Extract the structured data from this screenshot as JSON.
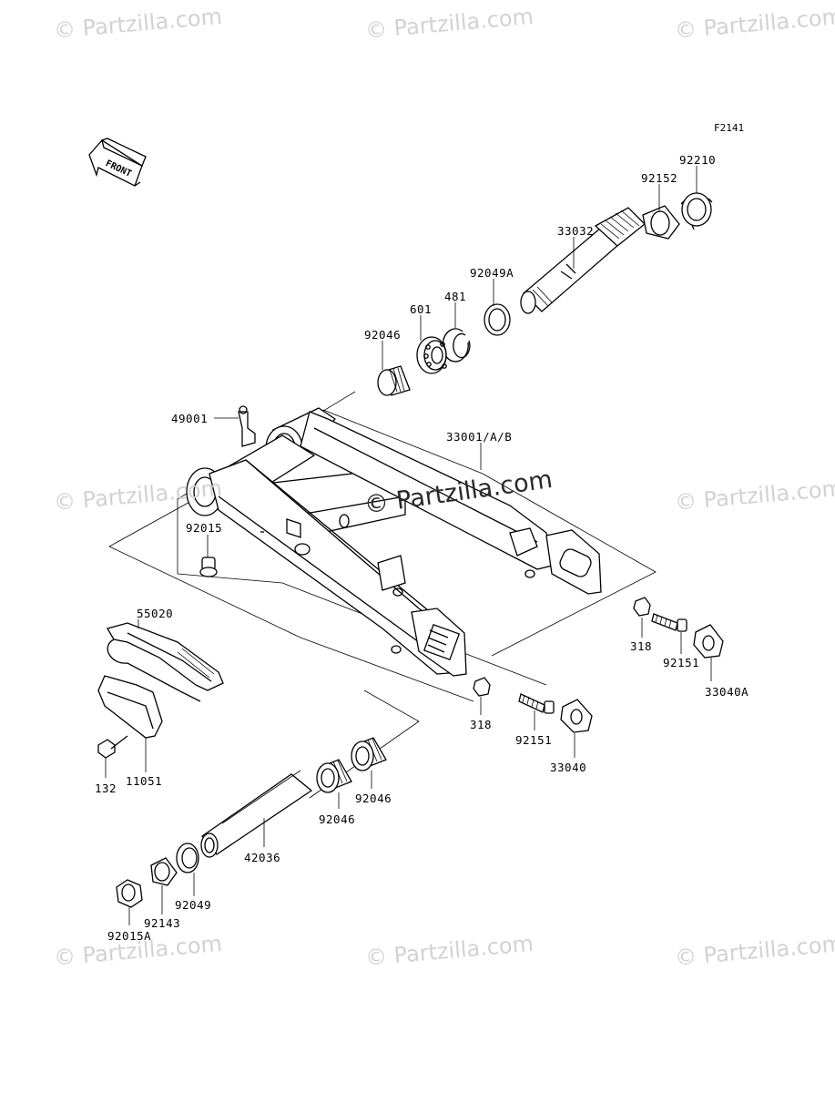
{
  "figure_code": "F2141",
  "watermark": "© Partzilla.com",
  "front_arrow_text": "FRONT",
  "parts": [
    {
      "id": "p33032",
      "number": "33032"
    },
    {
      "id": "p92152",
      "number": "92152"
    },
    {
      "id": "p92210",
      "number": "92210"
    },
    {
      "id": "p92049A",
      "number": "92049A"
    },
    {
      "id": "p481",
      "number": "481"
    },
    {
      "id": "p601",
      "number": "601"
    },
    {
      "id": "p92046_top",
      "number": "92046"
    },
    {
      "id": "p49001",
      "number": "49001"
    },
    {
      "id": "p33001",
      "number": "33001/A/B"
    },
    {
      "id": "p92015",
      "number": "92015"
    },
    {
      "id": "p55020",
      "number": "55020"
    },
    {
      "id": "p318_r",
      "number": "318"
    },
    {
      "id": "p92151_r",
      "number": "92151"
    },
    {
      "id": "p33040A",
      "number": "33040A"
    },
    {
      "id": "p318_l",
      "number": "318"
    },
    {
      "id": "p92151_l",
      "number": "92151"
    },
    {
      "id": "p33040",
      "number": "33040"
    },
    {
      "id": "p132",
      "number": "132"
    },
    {
      "id": "p11051",
      "number": "11051"
    },
    {
      "id": "p92046_b1",
      "number": "92046"
    },
    {
      "id": "p92046_b2",
      "number": "92046"
    },
    {
      "id": "p42036",
      "number": "42036"
    },
    {
      "id": "p92049",
      "number": "92049"
    },
    {
      "id": "p92143",
      "number": "92143"
    },
    {
      "id": "p92015A",
      "number": "92015A"
    }
  ]
}
